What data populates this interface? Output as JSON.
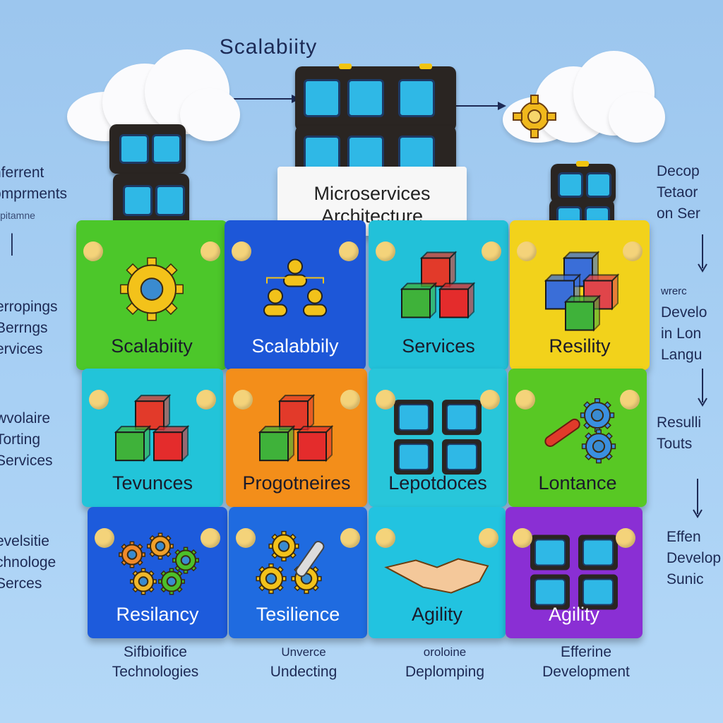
{
  "title": "Scalabiity",
  "architecture": {
    "line1": "Microservices",
    "line2": "Architecture"
  },
  "tiles": [
    {
      "label": "Scalabiity",
      "color": "#4cc72a",
      "icon": "gear-icon"
    },
    {
      "label": "Scalabbily",
      "color": "#1d57d8",
      "icon": "team-icon"
    },
    {
      "label": "Services",
      "color": "#22c1d9",
      "icon": "cubes-icon"
    },
    {
      "label": "Resility",
      "color": "#f2d21b",
      "icon": "network-icon"
    },
    {
      "label": "Tevunces",
      "color": "#22c4d9",
      "icon": "cubes-icon"
    },
    {
      "label": "Progotneires",
      "color": "#f38e1a",
      "icon": "cubes-icon"
    },
    {
      "label": "Lepotdoces",
      "color": "#28c6da",
      "icon": "containers-icon"
    },
    {
      "label": "Lontance",
      "color": "#58c824",
      "icon": "tools-icon"
    },
    {
      "label": "Resilancy",
      "color": "#1d5bdc",
      "icon": "gears-icon"
    },
    {
      "label": "Tesilience",
      "color": "#1f6be0",
      "icon": "gear-wrench-icon"
    },
    {
      "label": "Agility",
      "color": "#22c3e0",
      "icon": "handshake-icon"
    },
    {
      "label": "Agility",
      "color": "#8a2fd4",
      "icon": "containers-icon"
    }
  ],
  "left_notes": [
    [
      "nferrent",
      "omprments",
      "wpitamne"
    ],
    [
      "erropings",
      "Berrngs",
      "ervices"
    ],
    [
      "wvolaire",
      "Torting",
      "Services"
    ],
    [
      "evelsitie",
      "chnologe",
      "Serces"
    ]
  ],
  "right_notes": [
    [
      "Decop",
      "Tetaor",
      "on Ser"
    ],
    [
      "wrerc",
      "Develo",
      "in Lon",
      "Langu"
    ],
    [
      "Resulli",
      "Touts"
    ],
    [
      "Effen",
      "Develop",
      "Sunic"
    ]
  ],
  "bottom_notes": [
    [
      "Sifbioifice",
      "Technologies"
    ],
    [
      "Unverce",
      "Undecting"
    ],
    [
      "oroloine",
      "Deplomping"
    ],
    [
      "Efferine",
      "Development"
    ]
  ]
}
